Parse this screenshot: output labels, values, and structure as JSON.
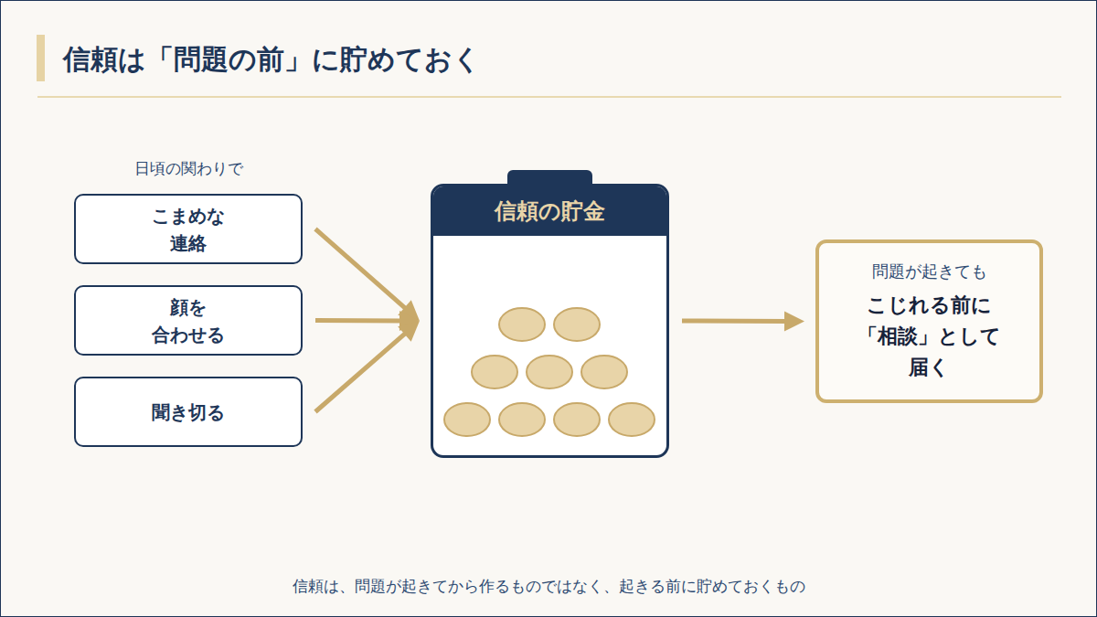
{
  "diagram": {
    "title": "信頼は「問題の前」に貯めておく",
    "caption": "信頼は、問題が起きてから作るものではなく、起きる前に貯めておくもの",
    "nodes": [
      {
        "text": [
          "こまめな 連絡"
        ]
      },
      {
        "text": [
          "顔を 合わせる"
        ]
      },
      {
        "text": [
          "聞き切る"
        ]
      },
      {
        "text": [
          "信頼の貯金"
        ]
      },
      {
        "text": [
          "問題が起きても",
          "こじれる前に 「相談」として 届く"
        ]
      }
    ],
    "edges": [
      {
        "from": 0,
        "to": 3,
        "arrow": "to"
      },
      {
        "from": 1,
        "to": 3,
        "arrow": "to"
      },
      {
        "from": 2,
        "to": 3,
        "arrow": "to"
      },
      {
        "from": 3,
        "to": 4,
        "arrow": "to"
      }
    ],
    "labels": [
      "日頃の関わりで"
    ]
  }
}
